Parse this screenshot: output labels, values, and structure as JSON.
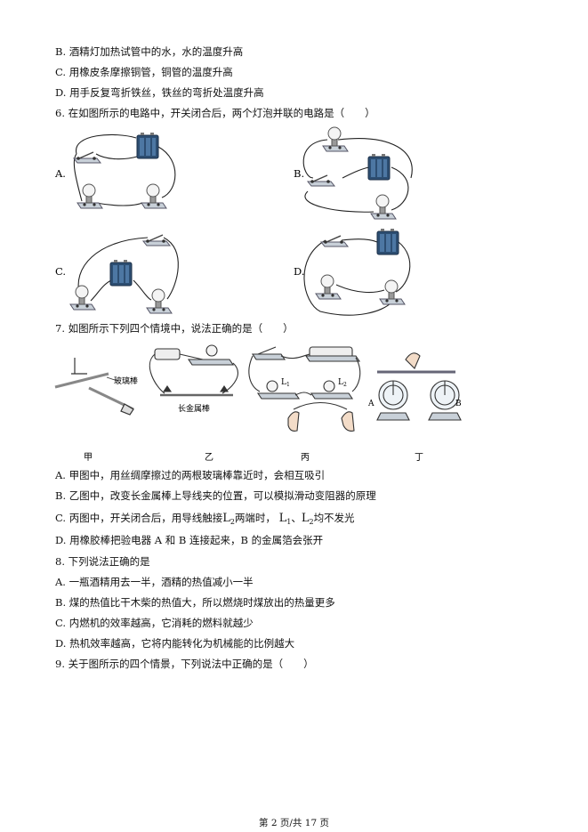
{
  "lines": {
    "q5b": "B. 酒精灯加热试管中的水，水的温度升高",
    "q5c": "C. 用橡皮条摩擦铜管，铜管的温度升高",
    "q5d": "D. 用手反复弯折铁丝，铁丝的弯折处温度升高",
    "q6": "6. 在如图所示的电路中，开关闭合后，两个灯泡并联的电路是（　　）",
    "q7": "7. 如图所示下列四个情境中，说法正确的是（　　）",
    "q7a": "A. 甲图中，用丝绸摩擦过的两根玻璃棒靠近时，会相互吸引",
    "q7b": "B. 乙图中，改变长金属棒上导线夹的位置，可以模拟滑动变阻器的原理",
    "q7c_pre": "C. 丙图中，开关闭合后，用导线触接",
    "q7c_L": "L",
    "q7c_s2": "2",
    "q7c_mid": "两端时，",
    "q7c_L1": "L",
    "q7c_s1": "1",
    "q7c_sep": "、",
    "q7c_L2": "L",
    "q7c_s2b": "2",
    "q7c_post": "均不发光",
    "q7d": "D. 用橡胶棒把验电器 A 和 B 连接起来，B 的金属箔会张开",
    "q8": "8. 下列说法正确的是",
    "q8a": "A. 一瓶酒精用去一半，酒精的热值减小一半",
    "q8b": "B. 煤的热值比干木柴的热值大，所以燃烧时煤放出的热量更多",
    "q8c": "C. 内燃机的效率越高，它消耗的燃料就越少",
    "q8d": "D. 热机效率越高，它将内能转化为机械能的比例越大",
    "q9": "9. 关于图所示的四个情景，下列说法中正确的是（　　）"
  },
  "q6_options": {
    "a": "A.",
    "b": "B.",
    "c": "C.",
    "d": "D."
  },
  "q7_figs": {
    "jia": "甲",
    "yi": "乙",
    "bing": "丙",
    "ding": "丁",
    "glass_rod": "玻璃棒",
    "metal_rod": "长金属棒",
    "L1": "L",
    "L1s": "1",
    "L2": "L",
    "L2s": "2",
    "A": "A",
    "B": "B"
  },
  "footer": "第 2 页/共 17 页"
}
